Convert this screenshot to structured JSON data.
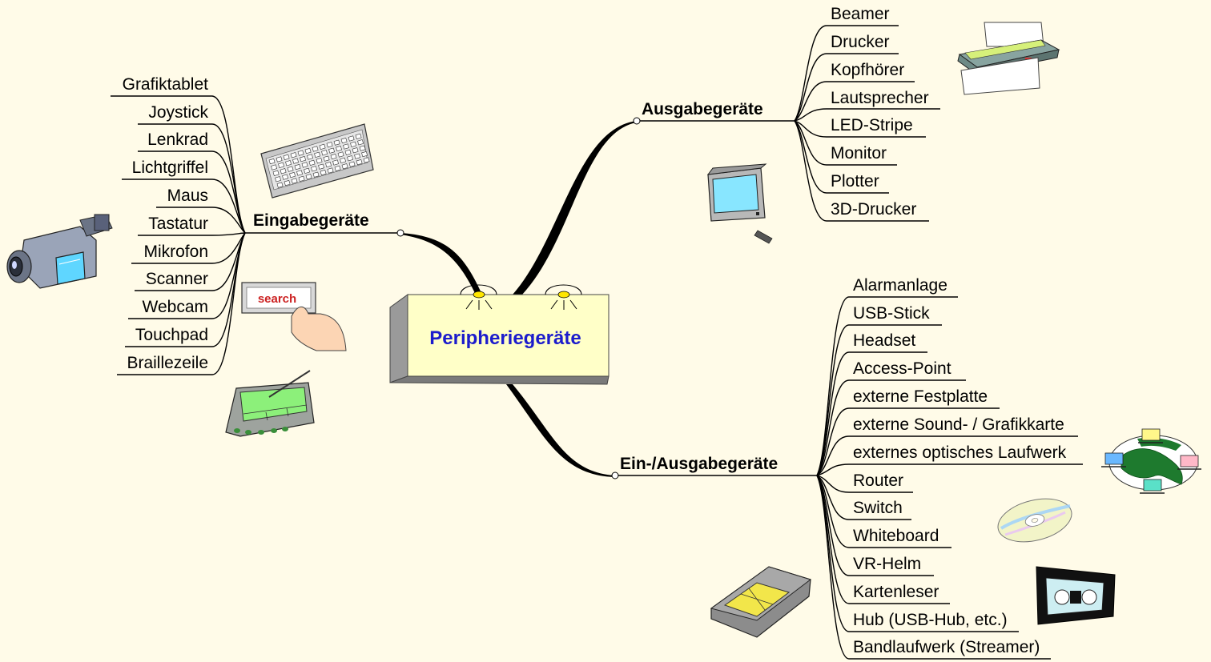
{
  "center": {
    "title": "Peripheriegeräte"
  },
  "colors": {
    "background": "#fffbe8",
    "center_title": "#1c1ccc",
    "box_face": "#ffffc8"
  },
  "branches": [
    {
      "id": "eingabe",
      "label": "Eingabegeräte",
      "items": [
        "Grafiktablet",
        "Joystick",
        "Lenkrad",
        "Lichtgriffel",
        "Maus",
        "Tastatur",
        "Mikrofon",
        "Scanner",
        "Webcam",
        "Touchpad",
        "Braillezeile"
      ]
    },
    {
      "id": "ausgabe",
      "label": "Ausgabegeräte",
      "items": [
        "Beamer",
        "Drucker",
        "Kopfhörer",
        "Lautsprecher",
        "LED-Stripe",
        "Monitor",
        "Plotter",
        "3D-Drucker"
      ]
    },
    {
      "id": "einaus",
      "label": "Ein-/Ausgabegeräte",
      "items": [
        "Alarmanlage",
        "USB-Stick",
        "Headset",
        "Access-Point",
        "externe Festplatte",
        "externe Sound- / Grafikkarte",
        "externes optisches Laufwerk",
        "Router",
        "Switch",
        "Whiteboard",
        "VR-Helm",
        "Kartenleser",
        "Hub (USB-Hub, etc.)",
        "Bandlaufwerk (Streamer)"
      ]
    }
  ],
  "clipart": {
    "search_button": "search",
    "icons": [
      "keyboard-icon",
      "camcorder-icon",
      "search-touch-icon",
      "graphics-tablet-icon",
      "printer-icon",
      "television-icon",
      "network-globe-icon",
      "cd-disc-icon",
      "memory-card-icon",
      "video-cassette-icon"
    ]
  }
}
